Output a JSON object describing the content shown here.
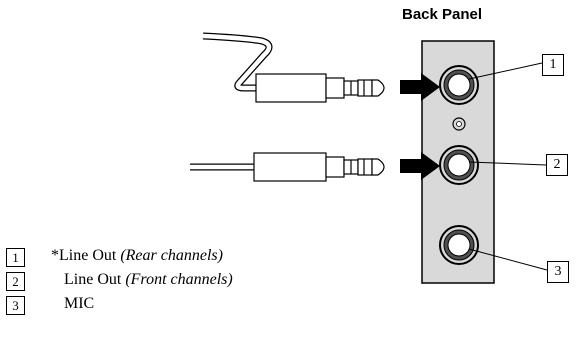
{
  "panel_title": "Back  Panel",
  "callouts": [
    "1",
    "2",
    "3"
  ],
  "legend": [
    {
      "num": "1",
      "text": "*Line Out ",
      "paren": "(Rear channels)"
    },
    {
      "num": "2",
      "text": "Line Out ",
      "paren": "(Front channels)"
    },
    {
      "num": "3",
      "text": "MIC",
      "paren": ""
    }
  ],
  "colors": {
    "panel_fill": "#d9d9d9",
    "line": "#000000",
    "arrow": "#000000"
  }
}
